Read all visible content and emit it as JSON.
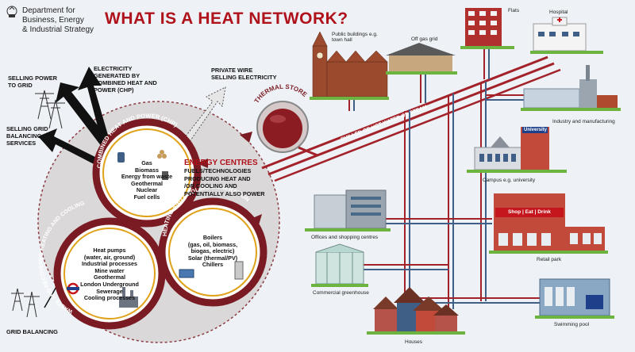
{
  "logo": {
    "line1": "Department for",
    "line2": "Business, Energy",
    "line3": "& Industrial Strategy"
  },
  "title": "WHAT IS A HEAT NETWORK?",
  "labels": {
    "selling_power": [
      "SELLING POWER",
      "TO GRID"
    ],
    "electricity_chp": [
      "ELECTRICITY",
      "GENERATED BY",
      "COMBINED HEAT AND",
      "POWER (CHP)"
    ],
    "private_wire": [
      "PRIVATE WIRE",
      "SELLING ELECTRICITY"
    ],
    "selling_grid": [
      "SELLING GRID",
      "BALANCING",
      "SERVICES"
    ],
    "grid_balancing": "GRID BALANCING",
    "thermal_store": "THERMAL STORE",
    "pipe_label": "CHILLED OR HOT WATER OR STEAM"
  },
  "energy_centres": {
    "title": "ENERGY CENTRES",
    "lines": [
      "FUELS/TECHNOLOGIES",
      "PRODUCING HEAT AND",
      "/OR COOLING AND",
      "POTENTIALLY ALSO POWER"
    ]
  },
  "chp": {
    "arc_title": "COMBINED HEAT AND POWER (CHP)",
    "items": [
      "Gas",
      "Biomass",
      "Energy from waste",
      "Geothermal",
      "Nuclear",
      "Fuel cells"
    ]
  },
  "heating": {
    "arc_title": "HEATING AND COOLING GENERATION",
    "items": [
      "Boilers",
      "(gas, oil, biomass,",
      "biogas, electric)",
      "Solar (thermal/PV)",
      "Chillers"
    ]
  },
  "waste": {
    "arc_title": "WASTE AND RECOVERED HEATING AND COOLING",
    "items": [
      "Heat pumps",
      "(water, air, ground)",
      "Industrial processes",
      "Mine water",
      "Geothermal",
      "London Underground",
      "Sewerage",
      "Cooling processes"
    ]
  },
  "destinations": {
    "public": [
      "Public buildings e.g.",
      "town hall"
    ],
    "off_grid": "Off gas grid",
    "flats": "Flats",
    "hospital": "Hospital",
    "industry": "Industry and manufacturing",
    "campus": "Campus e.g. university",
    "university_sign": "University",
    "offices": "Offices and shopping centres",
    "retail": "Retail park",
    "shop_sign": "Shop | Eat | Drink",
    "greenhouse": "Commercial greenhouse",
    "houses": "Houses",
    "pool": "Swimming pool"
  },
  "colors": {
    "maroon": "#7a1a22",
    "gold": "#e0a21a",
    "red_title": "#b0121b",
    "pipe_red": "#a3222a",
    "pipe_blue": "#3f5f86",
    "grass": "#6cb33f"
  }
}
